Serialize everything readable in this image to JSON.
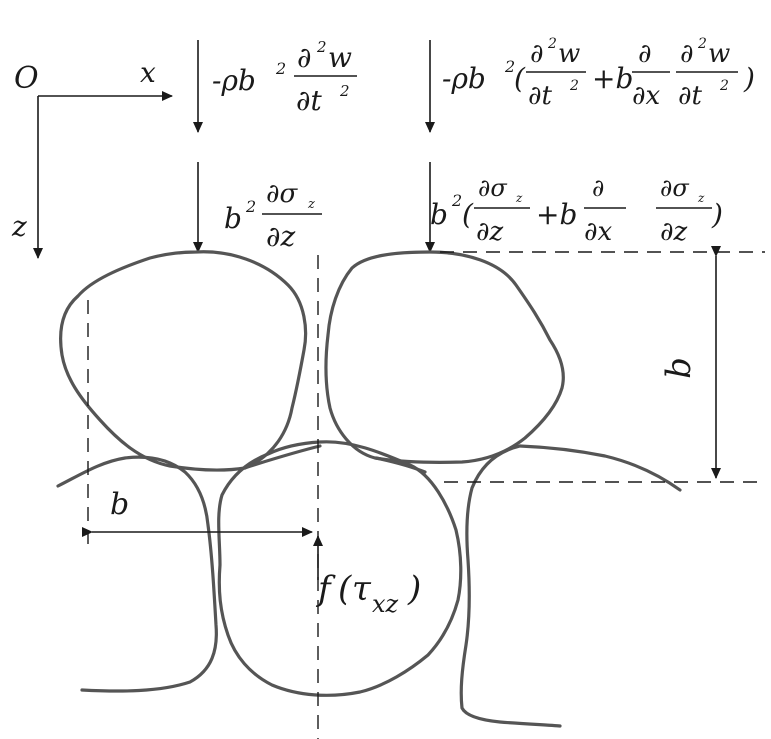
{
  "axes": {
    "origin": "O",
    "x": "x",
    "z": "z"
  },
  "loads": {
    "left_inertia": {
      "prefix": "-ρb",
      "sup1": "2",
      "num_d": "∂",
      "num_sup": "2",
      "num_w": "w",
      "den": "∂t",
      "den_sup": "2"
    },
    "right_inertia": {
      "prefix": "-ρb",
      "sup1": "2",
      "open": "(",
      "f1_num": "∂",
      "f1_sup": "2",
      "f1_w": "w",
      "f1_den": "∂t",
      "f1_den_sup": "2",
      "plus_b": "+b",
      "f2_num": "∂",
      "f2_den": "∂x",
      "f3_num": "∂",
      "f3_sup": "2",
      "f3_w": "w",
      "f3_den": "∂t",
      "f3_den_sup": "2",
      "close": ")"
    },
    "left_stress": {
      "prefix": "b",
      "sup": "2",
      "num": "∂σ",
      "num_sub": "z",
      "den": "∂z"
    },
    "right_stress": {
      "prefix": "b",
      "sup": "2",
      "open": "(",
      "f1_num": "∂σ",
      "f1_sub": "z",
      "f1_den": "∂z",
      "plus_b": "+b",
      "f2_num": "∂",
      "f2_den": "∂x",
      "f3_num": "∂σ",
      "f3_sub": "z",
      "f3_den": "∂z",
      "close": ")"
    }
  },
  "dimensions": {
    "horizontal_b": "b",
    "vertical_b": "b"
  },
  "shear_label": {
    "f": "f",
    "open": "(",
    "tau": "τ",
    "sub": "xz",
    "close": ")"
  }
}
